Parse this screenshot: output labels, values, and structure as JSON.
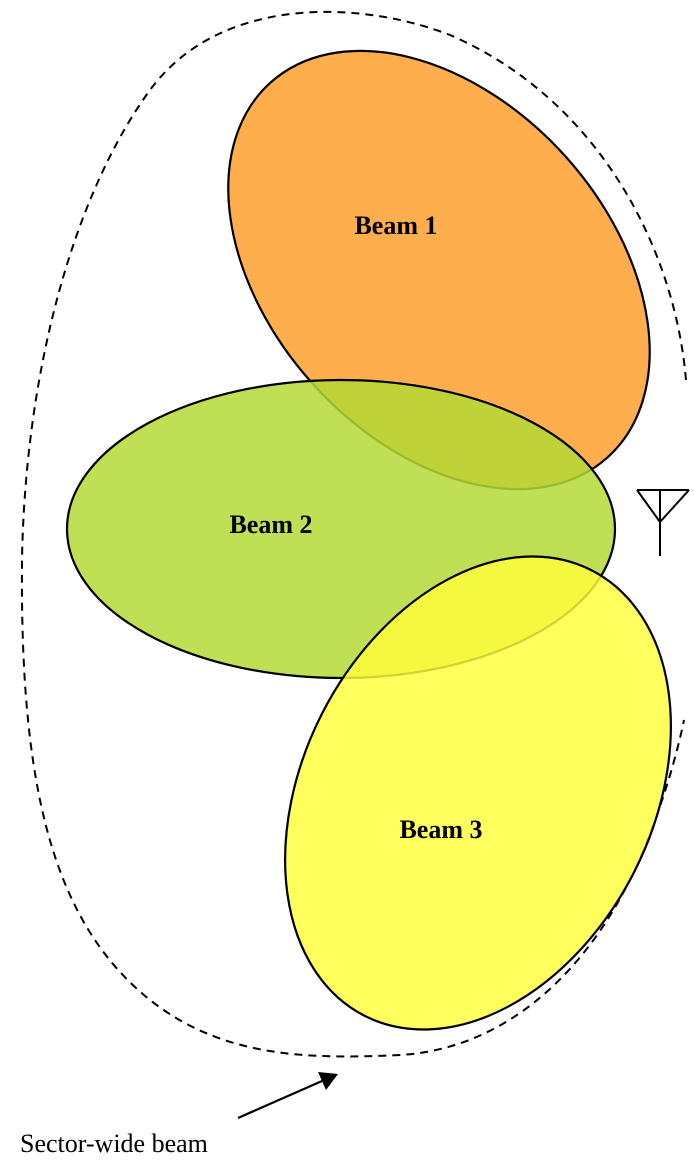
{
  "diagram": {
    "beams": [
      {
        "id": "beam-1",
        "label": "Beam 1",
        "color": "#FFA53A"
      },
      {
        "id": "beam-2",
        "label": "Beam 2",
        "color": "#B4D936"
      },
      {
        "id": "beam-3",
        "label": "Beam 3",
        "color": "#FFFF3A"
      }
    ],
    "sector_beam": {
      "label": "Sector-wide beam",
      "line_style": "dashed"
    },
    "antenna": {
      "icon": "antenna-icon"
    }
  }
}
